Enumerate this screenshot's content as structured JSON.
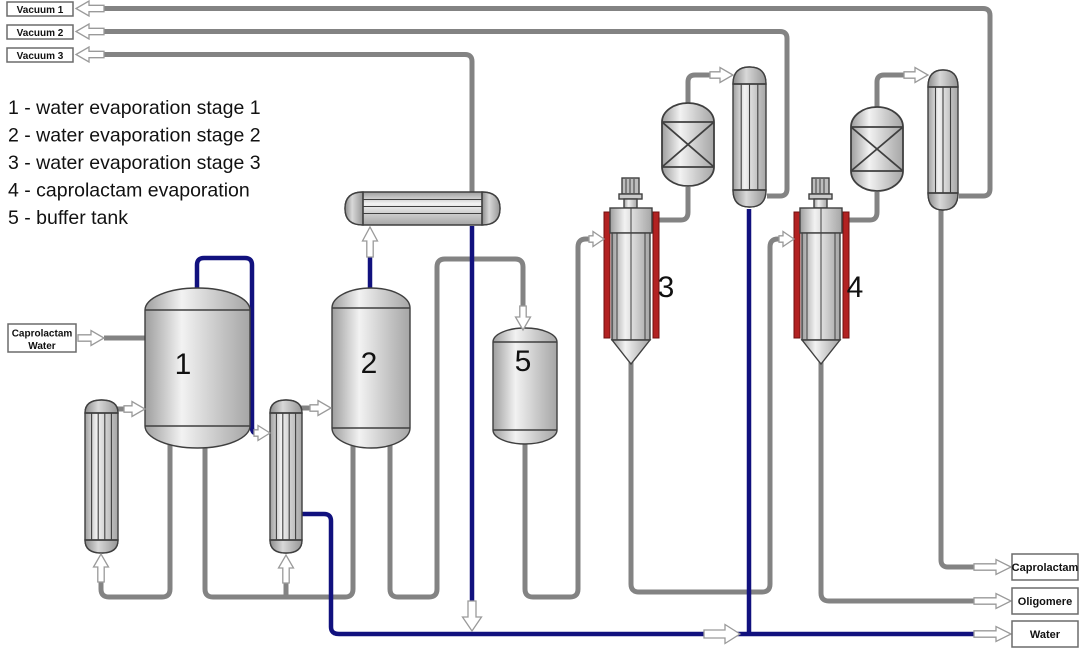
{
  "colors": {
    "pipe_gray": "#838383",
    "pipe_navy": "#11117E",
    "heater_red": "#B22222",
    "vessel_outline": "#3F3F3F",
    "label_box_border": "#6B6B6B"
  },
  "vacuum_labels": [
    "Vacuum 1",
    "Vacuum 2",
    "Vacuum 3"
  ],
  "feed_label": {
    "line1": "Caprolactam",
    "line2": "Water"
  },
  "legend_items": [
    "1 - water evaporation stage 1",
    "2 - water evaporation stage 2",
    "3 - water evaporation stage 3",
    "4 - caprolactam evaporation",
    "5 - buffer tank"
  ],
  "equipment_labels": {
    "tank1": "1",
    "tank2": "2",
    "evaporator3": "3",
    "evaporator4": "4",
    "buffer_tank": "5"
  },
  "output_labels": [
    "Caprolactam",
    "Oligomere",
    "Water"
  ]
}
